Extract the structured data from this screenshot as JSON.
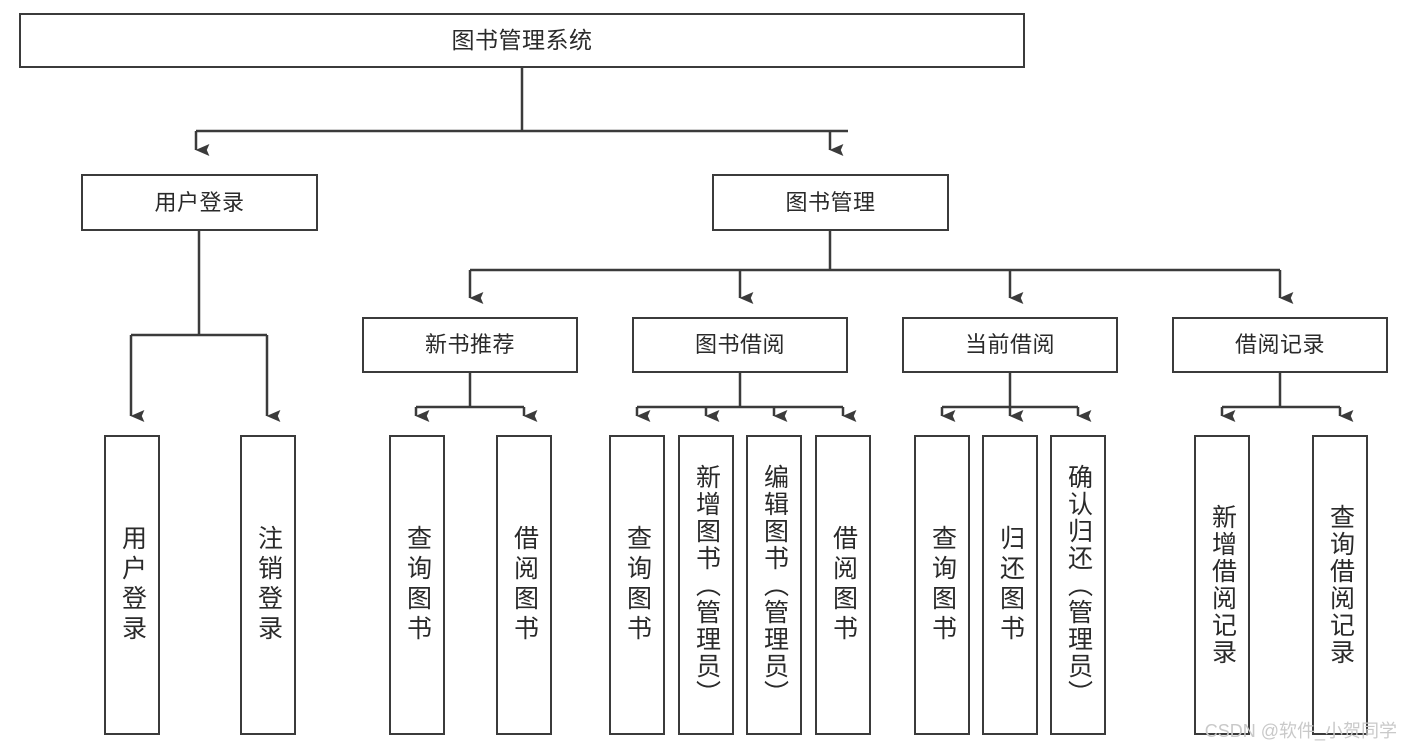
{
  "diagram": {
    "type": "tree-hierarchy",
    "title": "图书管理系统",
    "colors": {
      "stroke": "#3b3b3b",
      "fill": "#ffffff",
      "text": "#2a2a2a",
      "watermark": "#c9c9c9",
      "background": "#ffffff"
    },
    "watermark": "CSDN @软件_小贺同学",
    "nodes": {
      "root": {
        "label": "图书管理系统"
      },
      "level1": [
        {
          "label": "用户登录"
        },
        {
          "label": "图书管理"
        }
      ],
      "level2": [
        {
          "label": "新书推荐"
        },
        {
          "label": "图书借阅"
        },
        {
          "label": "当前借阅"
        },
        {
          "label": "借阅记录"
        }
      ],
      "leaves": {
        "user_login": [
          {
            "label": "用户登录"
          },
          {
            "label": "注销登录"
          }
        ],
        "new_book_recommend": [
          {
            "label": "查询图书"
          },
          {
            "label": "借阅图书"
          }
        ],
        "book_borrow": [
          {
            "label": "查询图书"
          },
          {
            "label": "新增图书（管理员）"
          },
          {
            "label": "编辑图书（管理员）"
          },
          {
            "label": "借阅图书"
          }
        ],
        "current_borrow": [
          {
            "label": "查询图书"
          },
          {
            "label": "归还图书"
          },
          {
            "label": "确认归还（管理员）"
          }
        ],
        "borrow_record": [
          {
            "label": "新增借阅记录"
          },
          {
            "label": "查询借阅记录"
          }
        ]
      }
    }
  }
}
